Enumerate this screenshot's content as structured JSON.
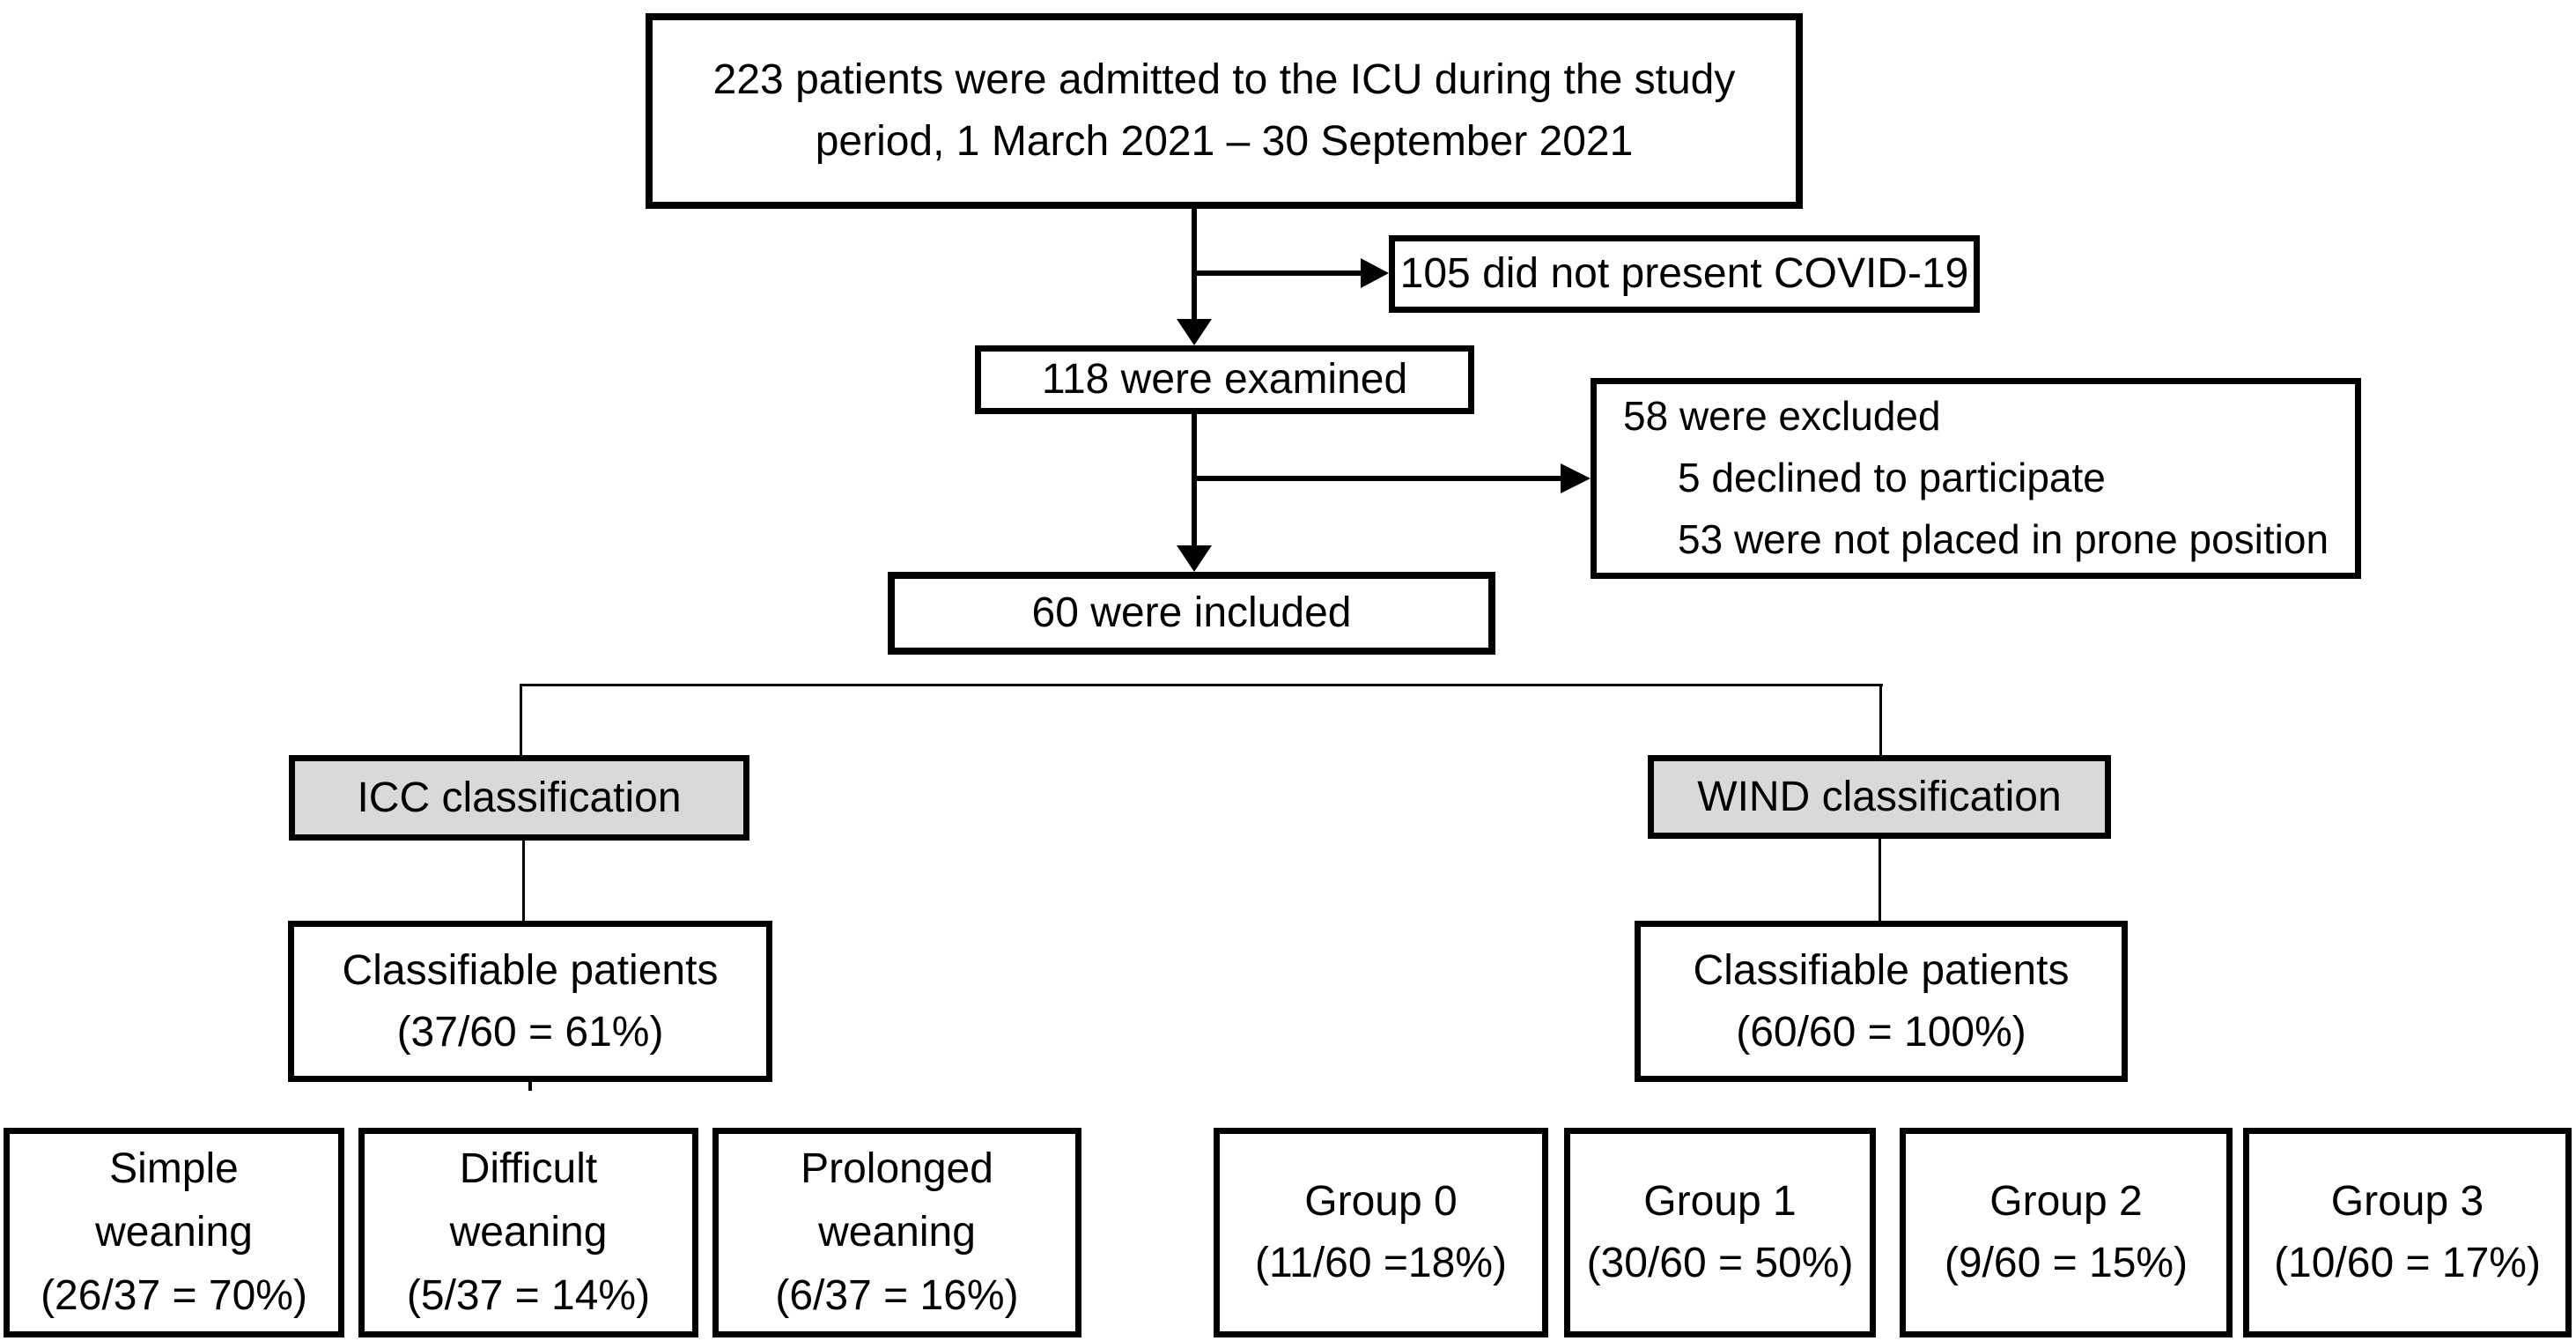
{
  "diagram": {
    "colors": {
      "line": "#000000",
      "box_fill": "#ffffff",
      "classification_fill": "#d9d9d9"
    },
    "nodes": {
      "admitted": {
        "line1": "223 patients were admitted to the ICU during the study",
        "line2": "period, 1 March 2021 – 30 September 2021"
      },
      "not_covid": {
        "label": "105 did not present COVID-19"
      },
      "examined": {
        "label": "118 were examined"
      },
      "excluded": {
        "line1": "58 were excluded",
        "line2": "5 declined to participate",
        "line3": "53 were not placed in prone position"
      },
      "included": {
        "label": "60 were included"
      },
      "icc_classification": {
        "label": "ICC classification"
      },
      "icc_classifiable": {
        "line1": "Classifiable patients",
        "line2": "(37/60 = 61%)"
      },
      "wind_classification": {
        "label": "WIND classification"
      },
      "wind_classifiable": {
        "line1": "Classifiable patients",
        "line2": "(60/60 = 100%)"
      },
      "icc_outcomes": [
        {
          "line1": "Simple",
          "line2": "weaning",
          "line3": "(26/37 = 70%)"
        },
        {
          "line1": "Difficult",
          "line2": "weaning",
          "line3": "(5/37 = 14%)"
        },
        {
          "line1": "Prolonged",
          "line2": "weaning",
          "line3": "(6/37 = 16%)"
        }
      ],
      "wind_outcomes": [
        {
          "line1": "Group 0",
          "line2": "(11/60 =18%)"
        },
        {
          "line1": "Group 1",
          "line2": "(30/60 = 50%)"
        },
        {
          "line1": "Group 2",
          "line2": "(9/60 = 15%)"
        },
        {
          "line1": "Group 3",
          "line2": "(10/60 = 17%)"
        }
      ]
    }
  }
}
